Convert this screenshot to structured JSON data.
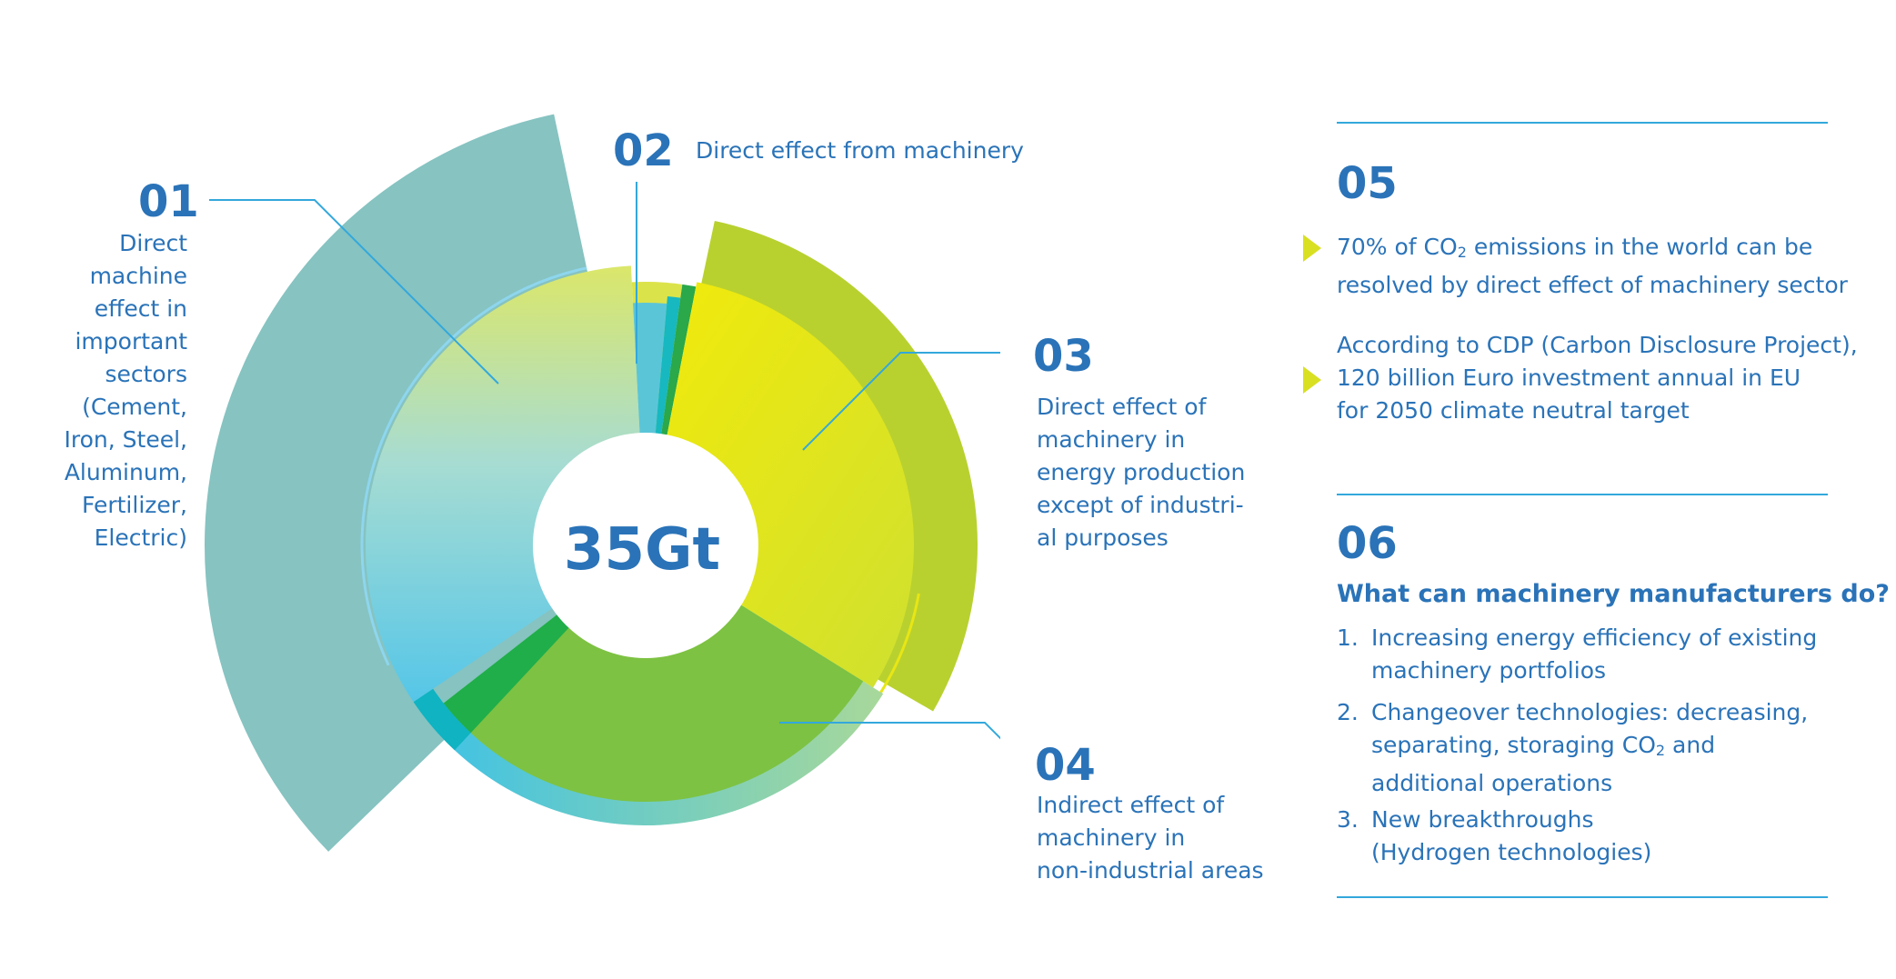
{
  "center_label": "35Gt",
  "segments": [
    {
      "number": "01",
      "label": "Direct\nmachine\neffect in\nimportant\nsectors\n(Cement,\nIron, Steel,\nAluminum,\nFertilizer,\nElectric)"
    },
    {
      "number": "02",
      "label": "Direct effect from machinery"
    },
    {
      "number": "03",
      "label": "Direct effect of\nmachinery in\nenergy production\nexcept of industri-\nal purposes"
    },
    {
      "number": "04",
      "label": "Indirect effect of\nmachinery in\nnon-industrial areas"
    }
  ],
  "section05": {
    "number": "05",
    "bullets": [
      {
        "pre": "70% of CO",
        "sub": "2",
        "post": " emissions in the world can be\nresolved by direct effect of machinery sector"
      },
      {
        "text": "According to CDP (Carbon Disclosure Project),\n120 billion Euro investment annual in EU\nfor 2050 climate neutral target"
      }
    ]
  },
  "section06": {
    "number": "06",
    "heading": "What can machinery manufacturers do?",
    "items": [
      {
        "n": "1.",
        "text": "Increasing energy efficiency of existing\nmachinery portfolios"
      },
      {
        "n": "2.",
        "pre": "Changeover technologies: decreasing,\nseparating, storaging CO",
        "sub": "2",
        "post": " and\nadditional operations"
      },
      {
        "n": "3.",
        "text": "New breakthroughs\n(Hydrogen technologies)"
      }
    ]
  },
  "colors": {
    "primary_text": "#2a73b8",
    "teal_outer": "#86c3c1",
    "lime": "#b9d12f",
    "yellow": "#e8e614",
    "green": "#7dc242",
    "blue": "#33b6e6",
    "rule": "#33a8dc",
    "bullet": "#d9e021"
  }
}
